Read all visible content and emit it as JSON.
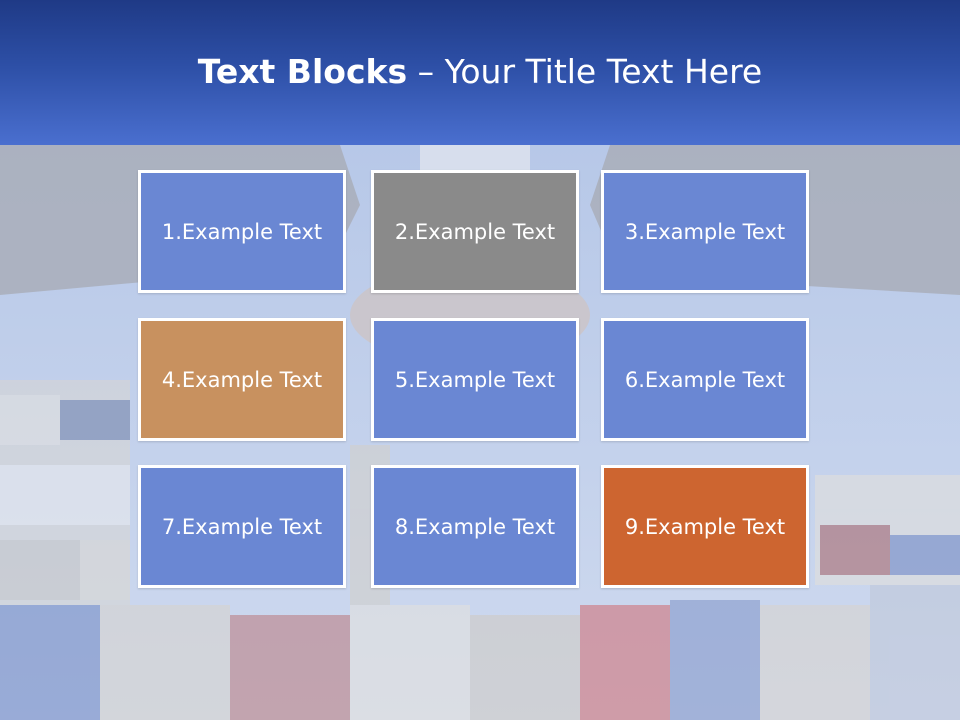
{
  "slide": {
    "title_bold": "Text Blocks",
    "title_dash": " – ",
    "title_rest": "Your Title Text Here"
  },
  "colors": {
    "header": "#2d4fa6",
    "block_blue": "#6a87d3",
    "block_gray": "#8a8a8a",
    "block_tan": "#c8915f",
    "block_orange": "#cd6530",
    "block_border": "#ffffff"
  },
  "blocks": [
    {
      "label": "1.Example Text",
      "color": "#6a87d3"
    },
    {
      "label": "2.Example Text",
      "color": "#8a8a8a"
    },
    {
      "label": "3.Example Text",
      "color": "#6a87d3"
    },
    {
      "label": "4.Example Text",
      "color": "#c8915f"
    },
    {
      "label": "5.Example Text",
      "color": "#6a87d3"
    },
    {
      "label": "6.Example Text",
      "color": "#6a87d3"
    },
    {
      "label": "7.Example Text",
      "color": "#6a87d3"
    },
    {
      "label": "8.Example Text",
      "color": "#6a87d3"
    },
    {
      "label": "9.Example Text",
      "color": "#cd6530"
    }
  ]
}
